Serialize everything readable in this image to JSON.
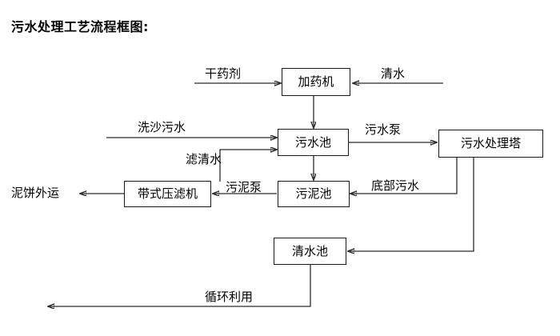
{
  "title": "污水处理工艺流程框图:",
  "nodes": [
    {
      "id": "dosing-machine",
      "label": "加药机"
    },
    {
      "id": "wastewater-pool",
      "label": "污水池"
    },
    {
      "id": "treatment-tower",
      "label": "污水处理塔"
    },
    {
      "id": "sludge-pool",
      "label": "污泥池"
    },
    {
      "id": "belt-filter-press",
      "label": "带式压滤机"
    },
    {
      "id": "clean-water-pool",
      "label": "清水池"
    }
  ],
  "edge_labels": [
    {
      "id": "dry-chemical",
      "label": "干药剂"
    },
    {
      "id": "clean-water-in",
      "label": "清水"
    },
    {
      "id": "sand-wash-wastewater",
      "label": "洗沙污水"
    },
    {
      "id": "filtered-clear-water",
      "label": "滤清水"
    },
    {
      "id": "wastewater-pump",
      "label": "污水泵"
    },
    {
      "id": "sludge-pump",
      "label": "污泥泵"
    },
    {
      "id": "bottom-wastewater",
      "label": "底部污水"
    },
    {
      "id": "mud-cake-out",
      "label": "泥饼外运"
    },
    {
      "id": "recycle-reuse",
      "label": "循环利用"
    }
  ],
  "colors": {
    "stroke": "#2b2b2b",
    "box_border": "#1a1a1a",
    "text": "#000000",
    "background": "#ffffff"
  }
}
